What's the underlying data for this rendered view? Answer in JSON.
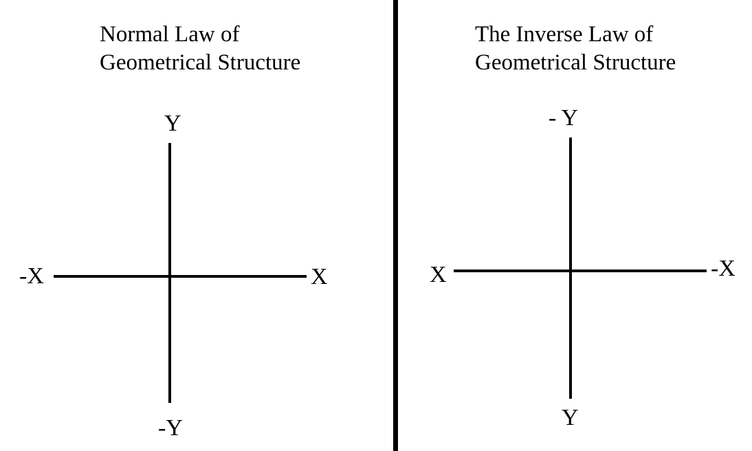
{
  "left_diagram": {
    "title_line1": "Normal Law of",
    "title_line2": "Geometrical Structure",
    "label_top": "Y",
    "label_bottom": "-Y",
    "label_left": "-X",
    "label_right": "X"
  },
  "right_diagram": {
    "title_line1": "The Inverse Law of",
    "title_line2": "Geometrical Structure",
    "label_top": "- Y",
    "label_bottom": "Y",
    "label_left": "X",
    "label_right": "-X"
  },
  "colors": {
    "background": "#ffffff",
    "ink": "#000000"
  }
}
